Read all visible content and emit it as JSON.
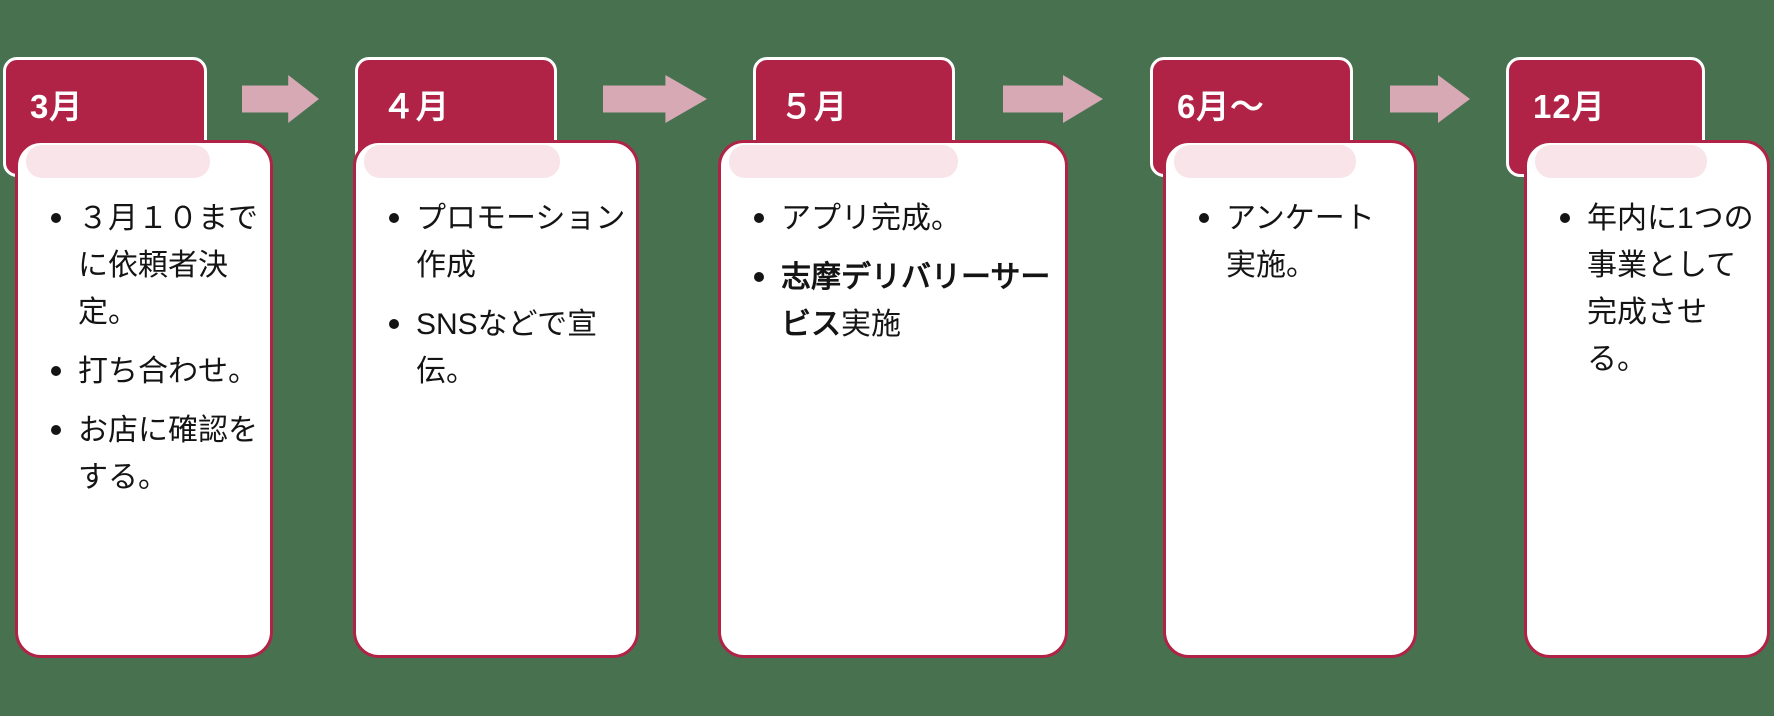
{
  "diagram": {
    "kind": "timeline-process",
    "background_color": "#47714f",
    "header_color": "#b12346",
    "card_border_color": "#b12346",
    "band_color": "#f8e4e9",
    "arrow_color": "#d6a9b5",
    "title_text_color": "#ffffff",
    "body_text_color": "#141414"
  },
  "steps": [
    {
      "title": "3月",
      "b1": "３月１０までに依頼者決定。",
      "b2": "打ち合わせ。",
      "b3": "お店に確認をする。"
    },
    {
      "title": "４月",
      "b1": "プロモーション作成",
      "b2": "SNSなどで宣伝。"
    },
    {
      "title": "５月",
      "b1": "アプリ完成。",
      "b2_bold": "志摩デリバリーサービス",
      "b2_rest": "実施"
    },
    {
      "title": "6月〜",
      "b1": "アンケート実施。"
    },
    {
      "title": "12月",
      "b1": "年内に1つの事業として完成させる。"
    }
  ],
  "arrows": [
    {
      "name": "arrow-march-to-april"
    },
    {
      "name": "arrow-april-to-may"
    },
    {
      "name": "arrow-may-to-june"
    },
    {
      "name": "arrow-june-to-december"
    }
  ]
}
